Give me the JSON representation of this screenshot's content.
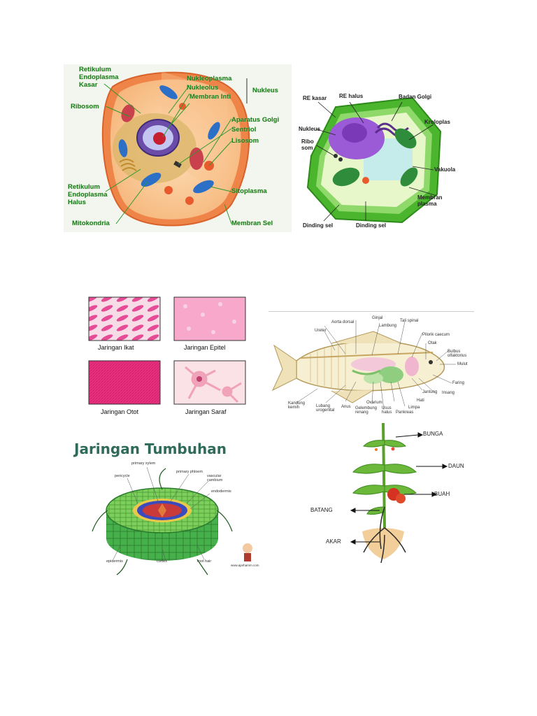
{
  "animal_cell": {
    "labels": {
      "retikulum_kasar": "Retikulum\nEndoplasma\nKasar",
      "ribosom": "Ribosom",
      "nukleoplasma": "Nukleoplasma",
      "nukleolus": "Nukleolus",
      "membran_inti": "Membran Inti",
      "nukleus": "Nukleus",
      "aparatus_golgi": "Aparatus Golgi",
      "sentriol": "Sentriol",
      "lisosom": "Lisosom",
      "retikulum_halus": "Retikulum\nEndoplasma\nHalus",
      "mitokondria": "Mitokondria",
      "sitoplasma": "Sitoplasma",
      "membran_sel": "Membran Sel"
    }
  },
  "plant_cell": {
    "labels": {
      "re_kasar": "RE kasar",
      "re_halus": "RE halus",
      "badan_golgi": "Badan Golgi",
      "nukleus": "Nukleus",
      "kroloplas": "Kroloplas",
      "ribosom": "Ribo\nsom",
      "vakuola": "Vakuola",
      "membran_plasma": "Membran\nplasma",
      "dinding_sel_1": "Dinding sel",
      "dinding_sel_2": "Dinding sel"
    }
  },
  "tissues": {
    "ikat": "Jaringan Ikat",
    "epitel": "Jaringan Epitel",
    "otot": "Jaringan Otot",
    "saraf": "Jaringan Saraf"
  },
  "fish": {
    "labels": {
      "aorta_dorsal": "Aorta dorsal",
      "ginjal": "Ginjal",
      "tali_spinal": "Tali spinal",
      "lambung": "Lambung",
      "ureter": "Ureter",
      "pilorik_caecum": "Pilorik caecum",
      "otak": "Otak",
      "bulbus": "Bulbus\nolfaktorius",
      "mulut": "Mulut",
      "faring": "Faring",
      "jantung": "Jantung",
      "insang": "Insang",
      "hati": "Hati",
      "limpa": "Limpa",
      "pankreas": "Pankreas",
      "usus_halus": "Usus\nhalus",
      "gelembung": "Gelembung\nrenang",
      "ovarium": "Ovarium",
      "anus": "Anus",
      "lubang": "Lubang\nurogenital",
      "kandung": "Kandung\nkemih"
    }
  },
  "plant_tissue": {
    "title": "Jaringan Tumbuhan",
    "labels": {
      "primary_xylem": "primary xylem",
      "primary_phloem": "primary phloem",
      "pericycle": "pericycle",
      "vascular_cambium": "vascular\ncambium",
      "endodermis": "endodermis",
      "epidermis": "epidermis",
      "cortex": "cortex",
      "root_hair": "root hair"
    },
    "credit": "www.ajarhamm.com"
  },
  "plant_parts": {
    "bunga": "BUNGA",
    "daun": "DAUN",
    "buah": "BUAH",
    "batang": "BATANG",
    "akar": "AKAR"
  },
  "colors": {
    "cell_wall_green": "#58c23a",
    "animal_cell_orange": "#f08a4b",
    "tissue_pink": "#e83d86",
    "label_green": "#1e7a1e"
  }
}
